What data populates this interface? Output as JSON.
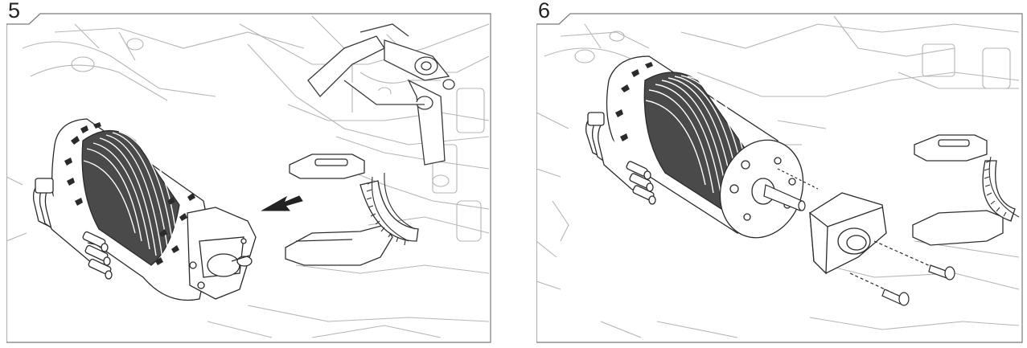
{
  "panels": [
    {
      "step_number": "5",
      "illustration": "motor-removal-with-arrow"
    },
    {
      "step_number": "6",
      "illustration": "motor-mount-exploded-view"
    }
  ],
  "colors": {
    "line": "#3a3a3a",
    "light_line": "#b8b8b8",
    "frame": "#7a7a7a",
    "arrow": "#222222"
  }
}
